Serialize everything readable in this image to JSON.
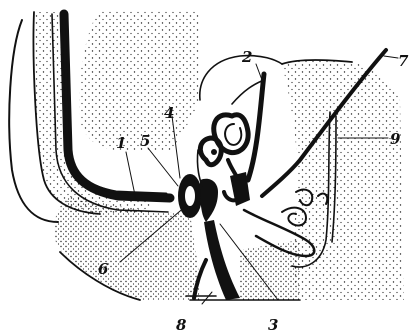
{
  "figure": {
    "labels": [
      {
        "id": "label-1",
        "text": "1"
      },
      {
        "id": "label-2",
        "text": "2"
      },
      {
        "id": "label-3",
        "text": "3"
      },
      {
        "id": "label-4",
        "text": "4"
      },
      {
        "id": "label-5",
        "text": "5"
      },
      {
        "id": "label-6",
        "text": "6"
      },
      {
        "id": "label-7",
        "text": "7"
      },
      {
        "id": "label-8",
        "text": "8"
      },
      {
        "id": "label-9",
        "text": "9"
      }
    ]
  }
}
